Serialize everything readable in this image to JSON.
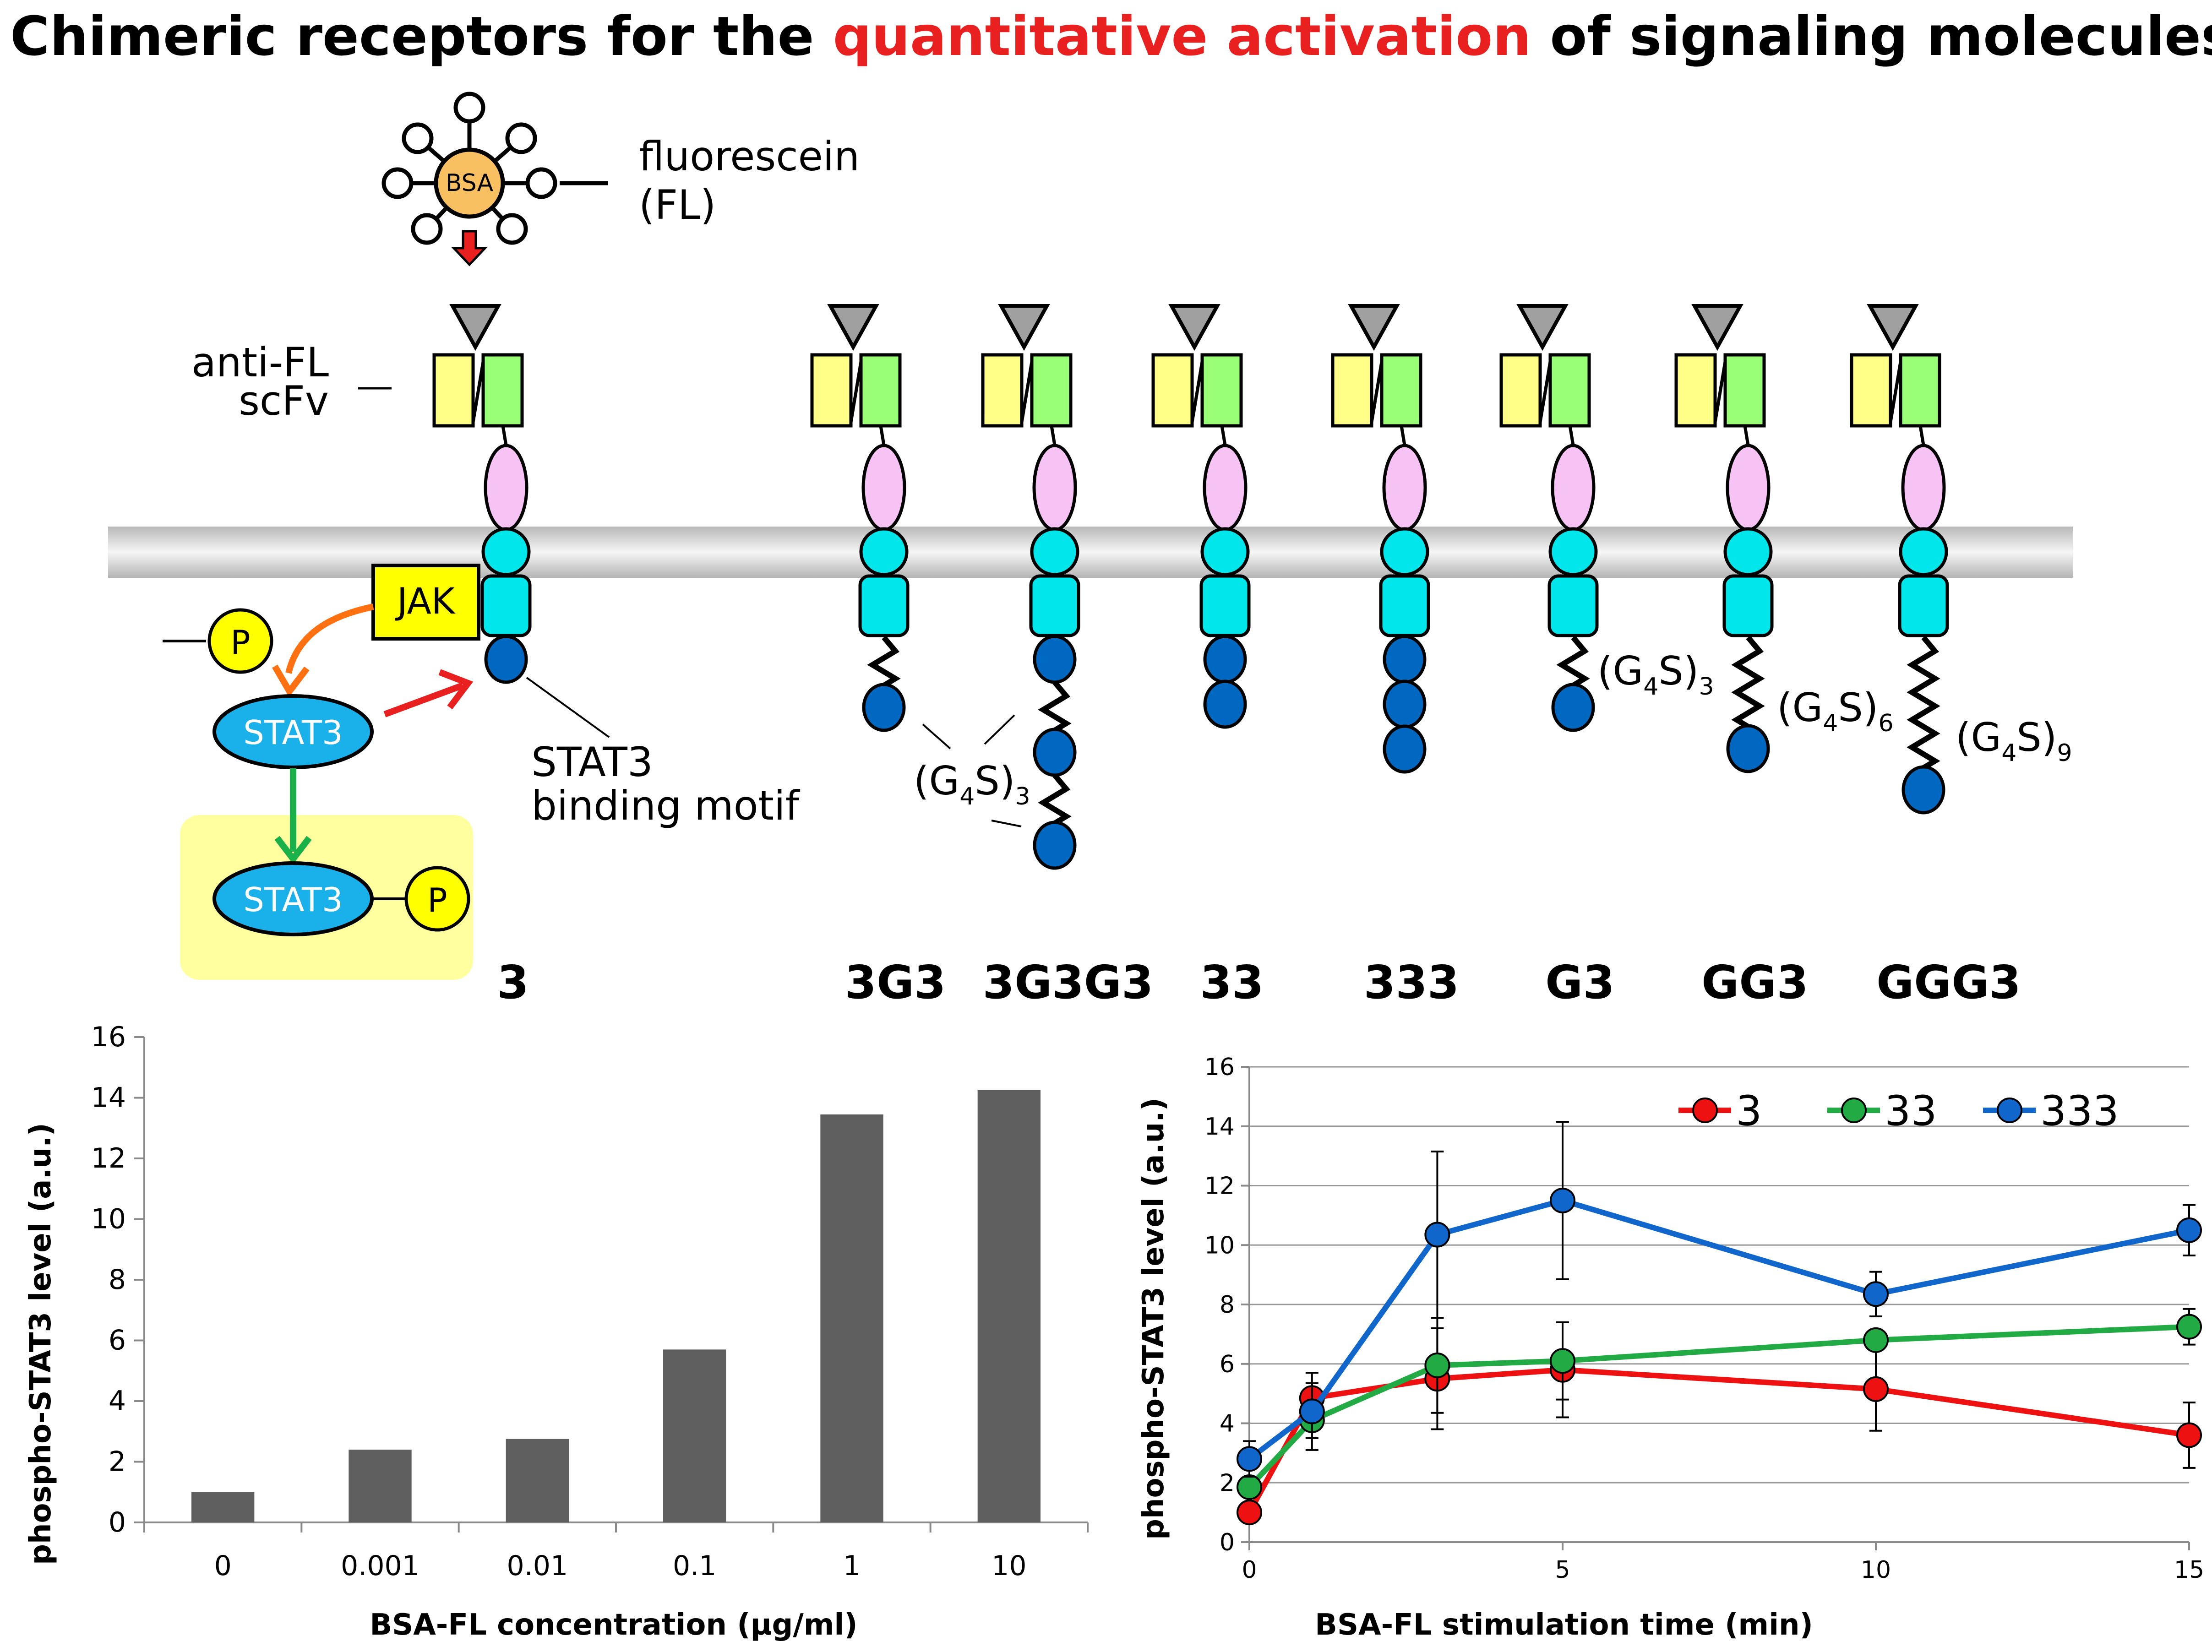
{
  "title": {
    "part1": "Chimeric receptors for the ",
    "highlight": "quantitative activation",
    "part2": " of signaling molecules",
    "highlight_color": "#e82020"
  },
  "ligand": {
    "core_label": "BSA",
    "fl_label_line1": "fluorescein",
    "fl_label_line2": "(FL)"
  },
  "labels": {
    "scfv_line1": "anti-FL",
    "scfv_line2": "scFv",
    "jak": "JAK",
    "p": "P",
    "stat3": "STAT3",
    "motif_line1": "STAT3",
    "motif_line2": "binding motif",
    "linker_base": "(G",
    "linker_mid": "S)",
    "linker_sub4": "4",
    "linker_3": "3",
    "linker_6": "6",
    "linker_9": "9"
  },
  "constructs": [
    "3",
    "3G3",
    "3G3G3",
    "33",
    "333",
    "G3",
    "GG3",
    "GGG3"
  ],
  "colors": {
    "scfv_vl": "#ffff88",
    "scfv_vh": "#99ff77",
    "ecd": "#f7c3f5",
    "tm": "#00e6ea",
    "motif": "#0068c0",
    "jak": "#ffff00",
    "stat3": "#1ab0ea",
    "bsa": "#f8c060",
    "glow": "#ffffa0"
  },
  "chart_bar": {
    "type": "bar",
    "categories": [
      "0",
      "0.001",
      "0.01",
      "0.1",
      "1",
      "10"
    ],
    "values": [
      1.0,
      2.4,
      2.75,
      5.7,
      13.45,
      14.25
    ],
    "xlabel": "BSA-FL concentration (µg/ml)",
    "ylabel": "phospho-STAT3 level (a.u.)",
    "ylim": [
      0,
      16
    ],
    "yticks": [
      "0",
      "2",
      "4",
      "6",
      "8",
      "10",
      "12",
      "14",
      "16"
    ],
    "bar_color": "#5f5f5f"
  },
  "chart_line": {
    "type": "line",
    "x": [
      0,
      1,
      3,
      5,
      10,
      15
    ],
    "xticks": [
      "0",
      "5",
      "10",
      "15"
    ],
    "yticks": [
      "0",
      "2",
      "4",
      "6",
      "8",
      "10",
      "12",
      "14",
      "16"
    ],
    "xlabel": "BSA-FL stimulation time (min)",
    "ylabel": "phospho-STAT3 level (a.u.)",
    "xlim": [
      0,
      15
    ],
    "ylim": [
      0,
      16
    ],
    "grid": true,
    "legend": "top-right",
    "series": [
      {
        "name": "3",
        "color": "#ee1111",
        "values": [
          1.0,
          4.85,
          5.5,
          5.8,
          5.15,
          3.6
        ],
        "err": [
          0,
          0.5,
          1.7,
          1.6,
          1.4,
          1.1
        ]
      },
      {
        "name": "33",
        "color": "#22aa44",
        "values": [
          1.85,
          4.1,
          5.95,
          6.1,
          6.8,
          7.25
        ],
        "err": [
          0,
          0.6,
          1.6,
          1.3,
          0.0,
          0.6
        ]
      },
      {
        "name": "333",
        "color": "#1166cc",
        "values": [
          2.8,
          4.4,
          10.35,
          11.5,
          8.35,
          10.5
        ],
        "err": [
          0.6,
          1.3,
          2.8,
          2.65,
          0.75,
          0.85
        ]
      }
    ]
  }
}
